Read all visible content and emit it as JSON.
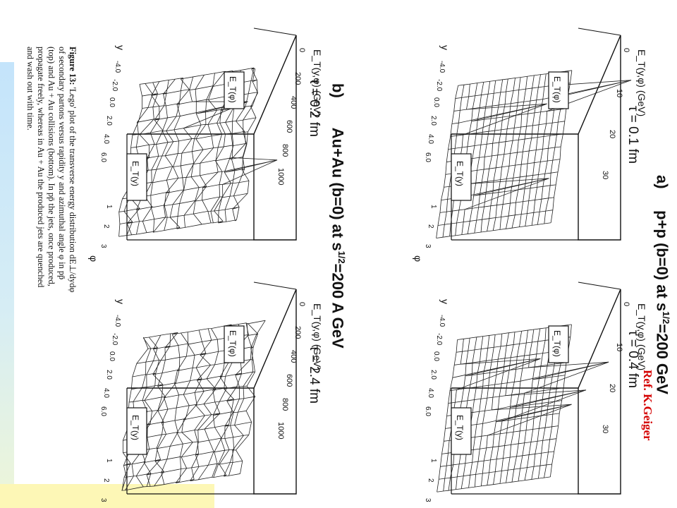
{
  "slide": {
    "reference": "Ref. K.Geiger",
    "colors": {
      "reference": "#d40000",
      "left_bar": "#c4e4fb",
      "bottom_band": "#fdf7b6"
    }
  },
  "figure": {
    "panel_a": {
      "letter": "a)",
      "title": "p+p (b=0) at s",
      "superscript": "1/2",
      "title_tail": "=200 GeV",
      "tau_left": "τ = 0.1 fm",
      "tau_right": "τ = 0.4 fm",
      "axis_label": "E_T(y,φ) (GeV)",
      "axis_ticks": [
        "0",
        "10",
        "20",
        "30"
      ]
    },
    "panel_b": {
      "letter": "b)",
      "title": "Au+Au (b=0) at s",
      "superscript": "1/2",
      "title_tail": "=200 A GeV",
      "tau_left": "τ = 0.2 fm",
      "tau_right": "τ = 2.4 fm",
      "axis_label": "E_T(y,φ) (GeV)",
      "axis_ticks": [
        "0",
        "200",
        "400",
        "600",
        "800",
        "1000"
      ]
    },
    "y_axis": {
      "label": "y",
      "ticks": [
        "-4.0",
        "-2.0",
        "0.0",
        "2.0",
        "4.0",
        "6.0"
      ]
    },
    "phi_axis": {
      "label": "φ",
      "ticks": [
        "1",
        "2",
        "3"
      ]
    },
    "box_labels": {
      "et_phi": "E_T(φ)",
      "et_y": "E_T(y)"
    },
    "caption": {
      "label": "Figure 13:",
      "text": "'Lego' plot of the transverse energy distribution dE⊥/dydφ of secondary partons versus rapidity y and azimuthal angle φ in pp̄ (top) and Au + Au collisions (bottom). In pp̄ the jets, once produced, propagate freely, whereas in Au + Au the produced jets are quenched and wash out with time."
    }
  }
}
